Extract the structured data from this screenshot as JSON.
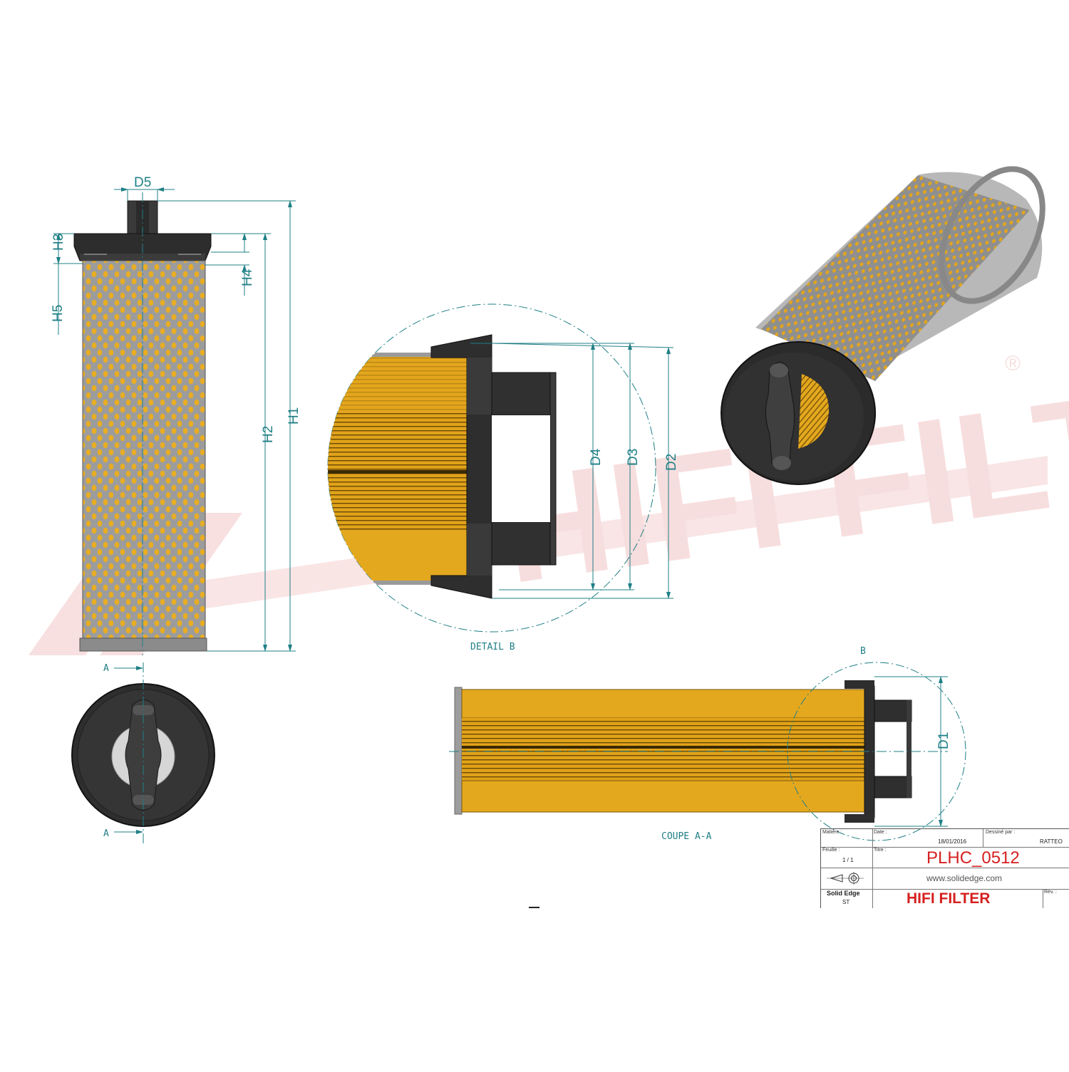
{
  "drawing": {
    "dimension_labels": {
      "d5": "D5",
      "h3": "H3",
      "h5": "H5",
      "h4": "H4",
      "h2": "H2",
      "h1": "H1",
      "d4": "D4",
      "d3": "D3",
      "d2": "D2",
      "d1": "D1"
    },
    "view_labels": {
      "detail": "DETAIL B",
      "section": "COUPE A-A",
      "detail_marker": "B"
    },
    "section_markers": {
      "top": "A",
      "bottom": "A"
    },
    "watermark": {
      "text": "HIFI FILTER",
      "trademark": "®"
    }
  },
  "title_block": {
    "matiere_label": "Matière :",
    "date_label": "Date :",
    "date_value": "18/01/2016",
    "dessine_label": "Dessiné par :",
    "dessine_value": "RATTEO",
    "feuille_label": "Feuille :",
    "feuille_value": "1 / 1",
    "titre_label": "Titre :",
    "title": "PLHC_0512",
    "website": "www.solidedge.com",
    "software": "Solid Edge",
    "software_version": "ST",
    "company": "HIFI FILTER",
    "rev_label": "Rév. :"
  },
  "colors": {
    "dimension": "#1f7f86",
    "media_yellow": "#e6a91a",
    "end_cap": "#2b2b2b",
    "mesh": "#9a9a9a",
    "title_red": "#d62020",
    "watermark": "#f3c7c7"
  }
}
